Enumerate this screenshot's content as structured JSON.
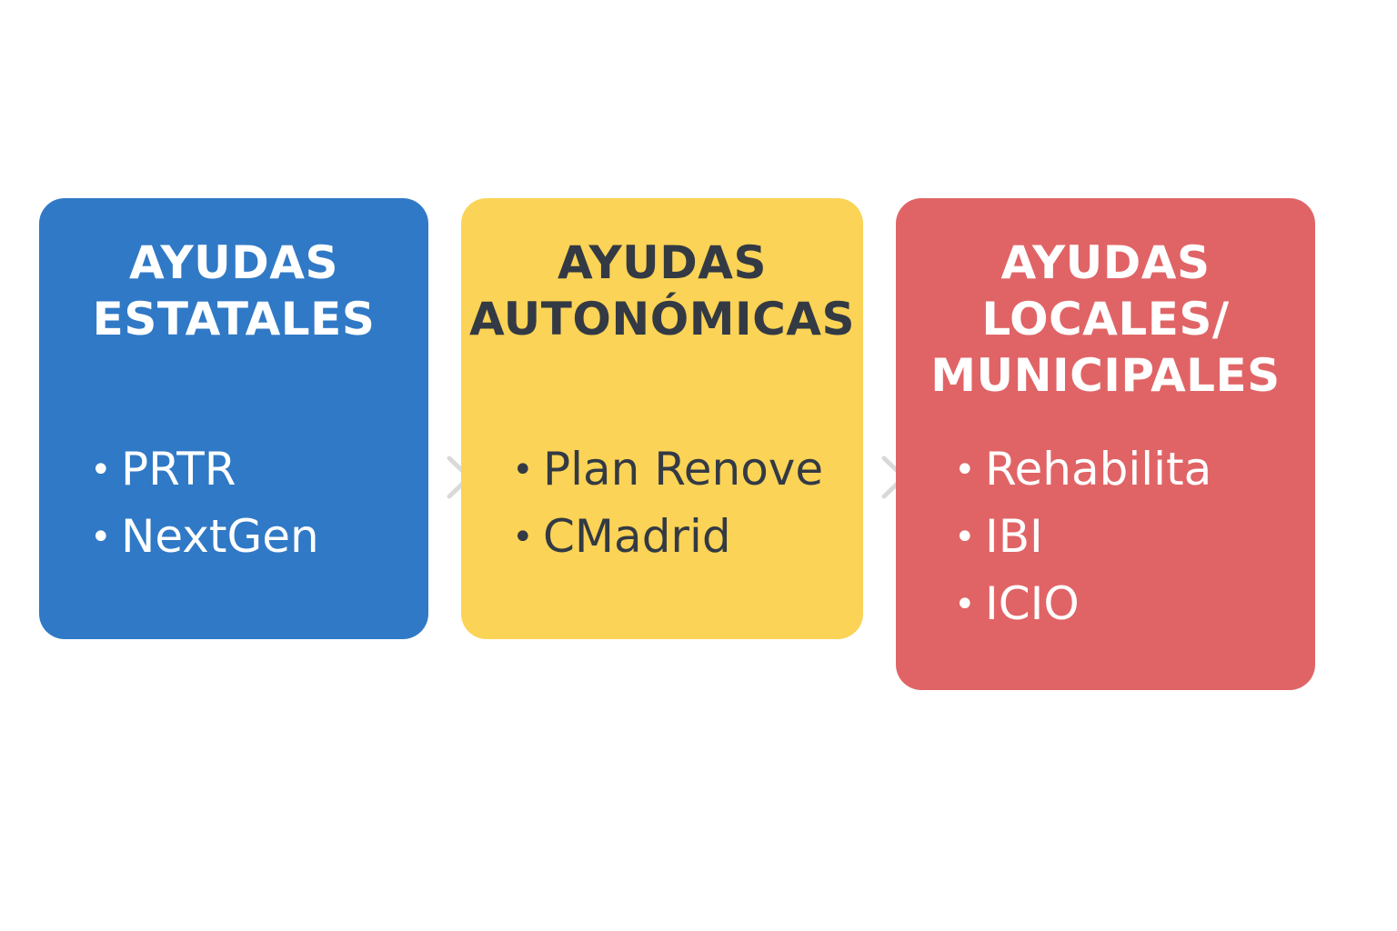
{
  "cards": [
    {
      "title_lines": [
        "AYUDAS",
        "ESTATALES"
      ],
      "items": [
        "PRTR",
        "NextGen"
      ],
      "color": "#3079c6"
    },
    {
      "title_lines": [
        "AYUDAS",
        "AUTONÓMICAS"
      ],
      "items": [
        "Plan Renove",
        "CMadrid"
      ],
      "color": "#fbd356"
    },
    {
      "title_lines": [
        "AYUDAS",
        "LOCALES/",
        "MUNICIPALES"
      ],
      "items": [
        "Rehabilita",
        "IBI",
        "ICIO"
      ],
      "color": "#e06466"
    }
  ],
  "bullet_glyph": "•",
  "connector": {
    "icon": "chevron-right-icon",
    "color": "#d9d9d9"
  }
}
